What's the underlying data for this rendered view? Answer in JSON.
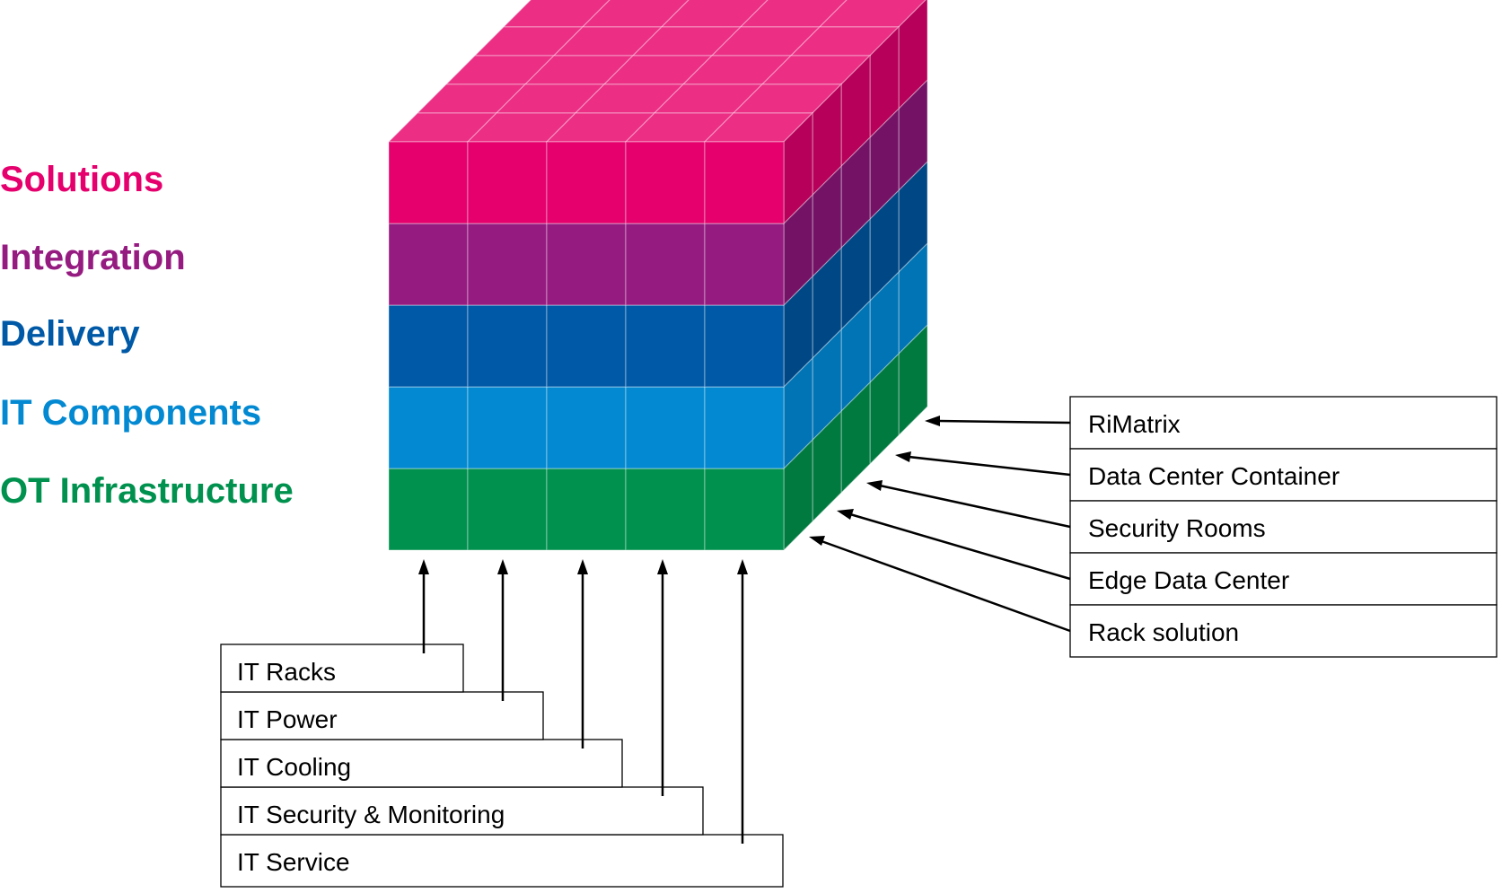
{
  "layers": [
    {
      "label": "Solutions",
      "colors": {
        "text": "#E5006D",
        "front": "#E5006D",
        "top": "#EC2E85",
        "side": "#B60059"
      }
    },
    {
      "label": "Integration",
      "colors": {
        "text": "#951B81",
        "front": "#951B81",
        "top": "#A7359A",
        "side": "#741366"
      }
    },
    {
      "label": "Delivery",
      "colors": {
        "text": "#0059A6",
        "front": "#0059A6",
        "top": "#1E6FB8",
        "side": "#004785"
      }
    },
    {
      "label": "IT Components",
      "colors": {
        "text": "#0289D1",
        "front": "#0289D1",
        "top": "#2A9FDE",
        "side": "#0074B4"
      }
    },
    {
      "label": "OT Infrastructure",
      "colors": {
        "text": "#00914E",
        "front": "#00914E",
        "top": "#1FA663",
        "side": "#007A3F"
      }
    }
  ],
  "solution_boxes": [
    "RiMatrix",
    "Data Center Container",
    "Security Rooms",
    "Edge Data Center",
    "Rack solution"
  ],
  "component_boxes": [
    "IT Racks",
    "IT Power",
    "IT Cooling",
    "IT Security & Monitoring",
    "IT Service"
  ],
  "icons": {
    "arrow": "arrow-head-icon"
  }
}
